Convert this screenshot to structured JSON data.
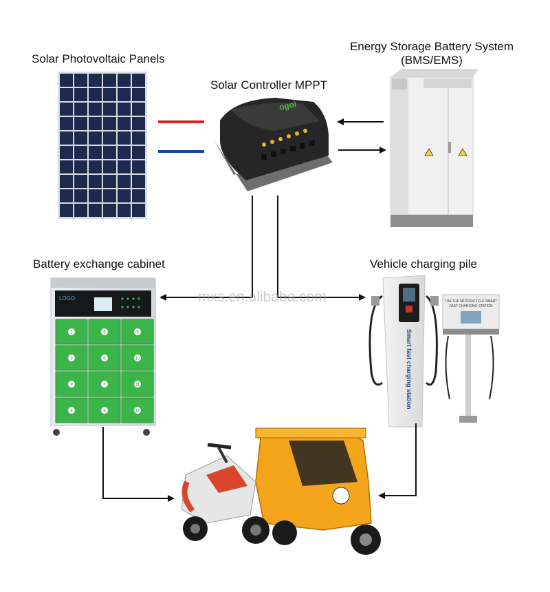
{
  "labels": {
    "solar_panels": "Solar Photovoltaic Panels",
    "controller": "Solar Controller MPPT",
    "storage_line1": "Energy Storage Battery System",
    "storage_line2": "(BMS/EMS)",
    "exchange_cabinet": "Battery exchange cabinet",
    "charging_pile": "Vehicle charging pile"
  },
  "controller_brand": "ogoi",
  "cabinet": {
    "logo": "LOGO",
    "slots": [
      "1",
      "5",
      "9",
      "2",
      "6",
      "10",
      "3",
      "7",
      "11",
      "4",
      "8",
      "12"
    ]
  },
  "charger": {
    "vertical_text": "Smart fast charging station",
    "sign_line1": "TUK TUK MOTORCYCLE SMART",
    "sign_line2": "FAST CHARGING STATION"
  },
  "watermark": "mxs.en.alibaba.com",
  "colors": {
    "positive_wire": "#e0201c",
    "negative_wire": "#1c3fa8",
    "cabinet_green": "#3bb54a",
    "tuk_tuk_yellow": "#f4a51c",
    "scooter_red": "#d7462b",
    "panel_blue": "#1d2a4d"
  }
}
